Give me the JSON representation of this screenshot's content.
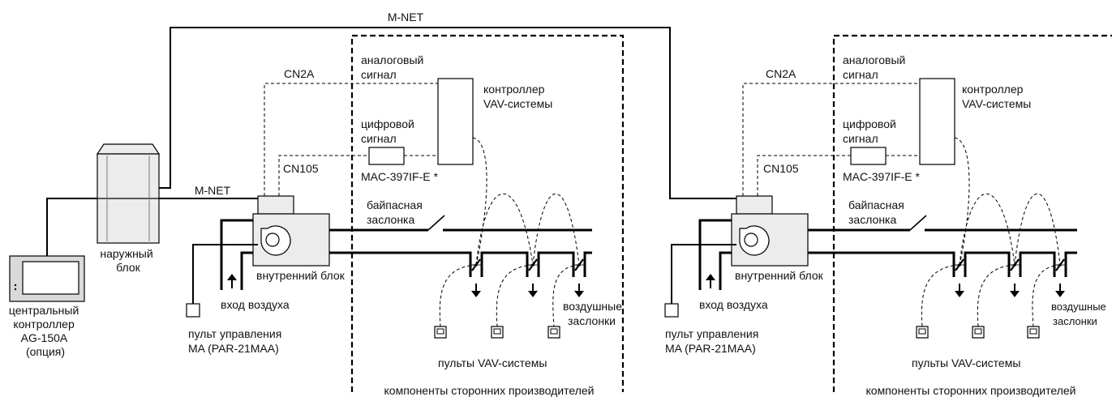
{
  "labels": {
    "mnet_top": "M-NET",
    "mnet_left": "M-NET",
    "outdoor_unit": [
      "наружный",
      "блок"
    ],
    "central_controller": [
      "центральный",
      "контроллер",
      "AG-150A",
      "(опция)"
    ],
    "cn2a": "CN2A",
    "cn105": "CN105",
    "analog_signal": [
      "аналоговый",
      "сигнал"
    ],
    "vav_controller": [
      "контроллер",
      "VAV-системы"
    ],
    "digital_signal": [
      "цифровой",
      "сигнал"
    ],
    "interface": "MAC-397IF-E *",
    "bypass_damper": [
      "байпасная",
      "заслонка"
    ],
    "indoor_unit": "внутренний блок",
    "air_inlet": "вход воздуха",
    "remote_ma": [
      "пульт управления",
      "MA (PAR-21MAA)"
    ],
    "air_dampers": [
      "воздушные",
      "заслонки"
    ],
    "vav_panels": "пульты VAV-системы",
    "third_party": "компоненты сторонних производителей"
  }
}
